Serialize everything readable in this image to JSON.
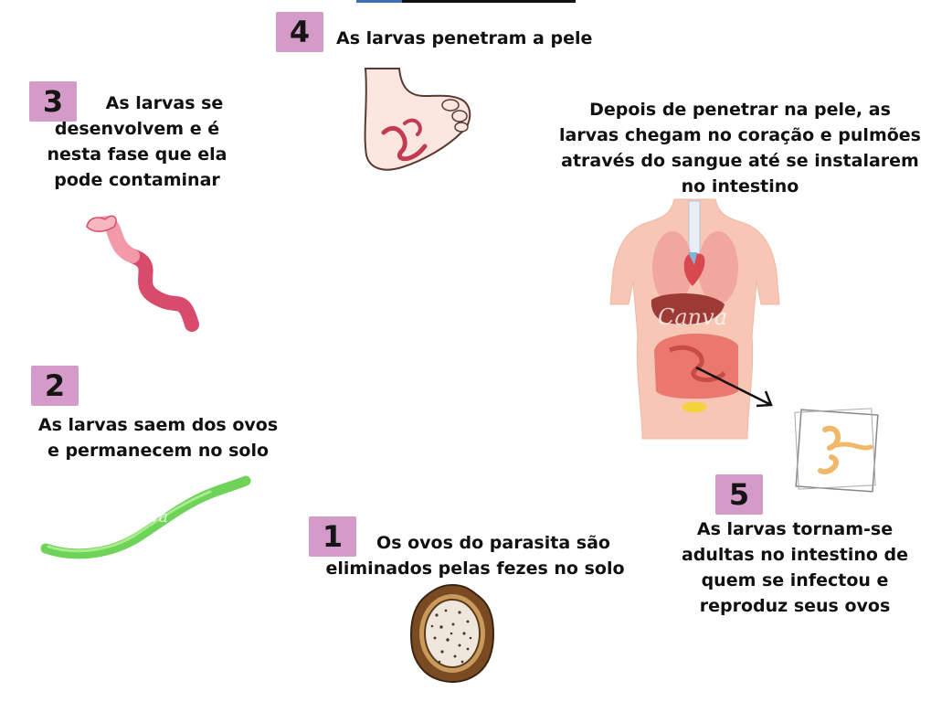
{
  "steps": [
    {
      "number": "1",
      "text": "Os ovos do parasita são eliminados pelas fezes no solo"
    },
    {
      "number": "2",
      "text": "As larvas saem dos ovos e permanecem no solo"
    },
    {
      "number": "3",
      "text": "As larvas se desenvolvem e é nesta fase que ela pode contaminar"
    },
    {
      "number": "4",
      "text": "As larvas penetram a pele"
    },
    {
      "number": "5",
      "text": "As larvas tornam-se adultas no intestino de quem se infectou e reproduz seus ovos"
    }
  ],
  "annotation": "Depois de penetrar na pele,  as larvas chegam no coração e pulmões através do sangue até se instalarem no intestino",
  "watermark": "Canva",
  "colors": {
    "badge": "#d49ac8",
    "text": "#111111",
    "green_larva": "#6fd35a",
    "pink_larva": "#d94b6b",
    "egg": "#8a5a2b",
    "body": "#f7c6b4"
  },
  "icons": [
    "egg-icon",
    "green-larva-icon",
    "pink-larva-icon",
    "foot-icon",
    "human-body-icon",
    "adult-worms-icon",
    "arrow-icon"
  ]
}
